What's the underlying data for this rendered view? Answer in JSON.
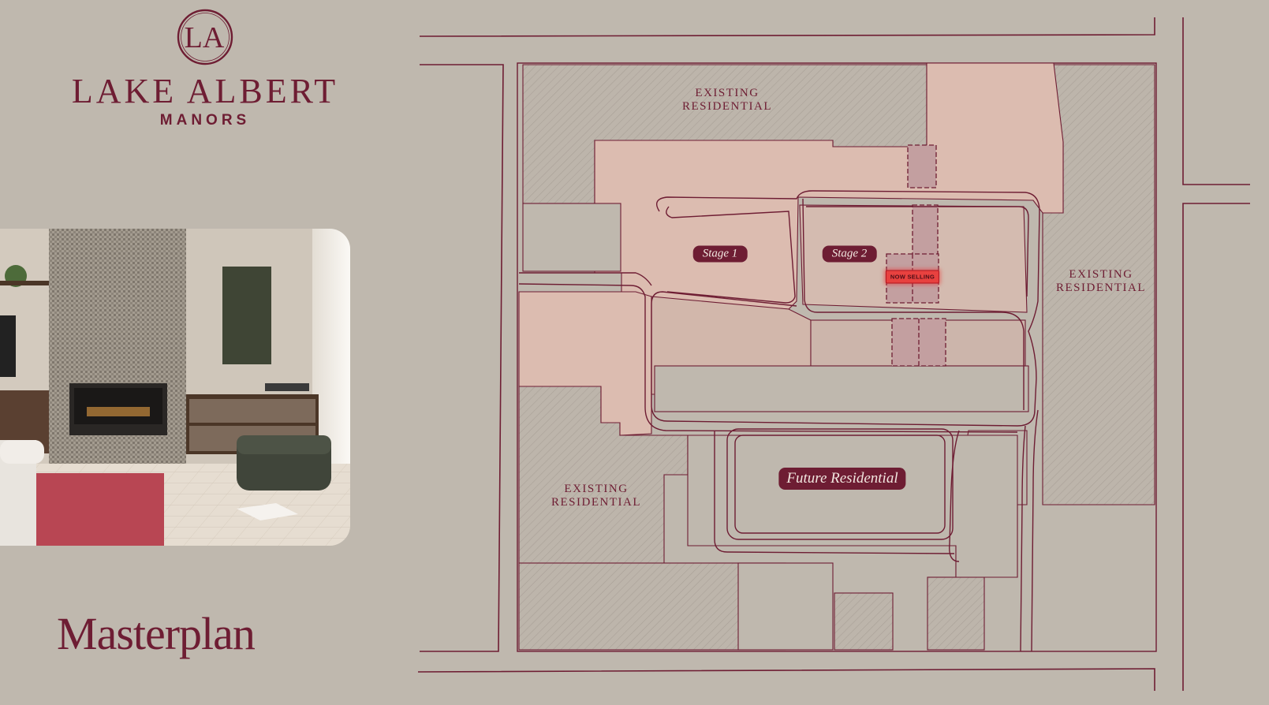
{
  "brand": {
    "monogram": "LA",
    "title": "LAKE ALBERT",
    "subtitle": "MANORS",
    "color": "#6e1d33"
  },
  "page_heading": "Masterplan",
  "map": {
    "zones": {
      "existing_north": "EXISTING\nRESIDENTIAL",
      "existing_east": "EXISTING\nRESIDENTIAL",
      "existing_southwest": "EXISTING\nRESIDENTIAL",
      "stage_1": "Stage 1",
      "stage_2": "Stage 2",
      "future": "Future Residential"
    },
    "now_selling": "NOW SELLING",
    "colors": {
      "background": "#bfb8ae",
      "outline": "#6e1d33",
      "stage_fill": "#dcbcb0",
      "stage2_fill": "#d4bbb0",
      "highlight": "#e8413f"
    }
  }
}
